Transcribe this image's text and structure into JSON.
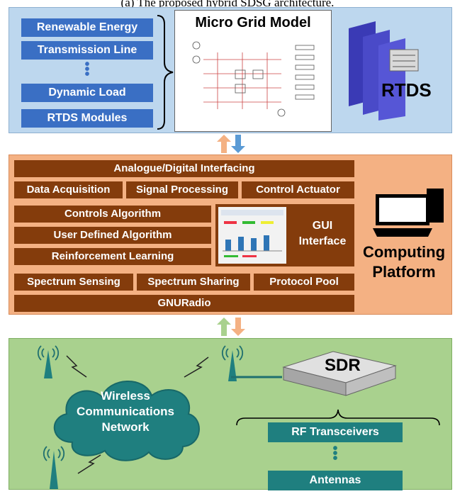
{
  "caption": "(a) The proposed hybrid SDSG architecture.",
  "top": {
    "modules": [
      "Renewable Energy",
      "Transmission Line",
      "Dynamic Load",
      "RTDS Modules"
    ],
    "model_title": "Micro Grid Model",
    "rtds_label": "RTDS"
  },
  "middle": {
    "interfacing": "Analogue/Digital Interfacing",
    "row2": [
      "Data Acquisition",
      "Signal Processing",
      "Control Actuator"
    ],
    "algorithms": [
      "Controls Algorithm",
      "User Defined Algorithm",
      "Reinforcement Learning"
    ],
    "gui_label_1": "GUI",
    "gui_label_2": "Interface",
    "row_spectrum": [
      "Spectrum Sensing",
      "Spectrum Sharing",
      "Protocol Pool"
    ],
    "gnuradio": "GNURadio",
    "platform_line1": "Computing",
    "platform_line2": "Platform"
  },
  "bottom": {
    "cloud_lines": [
      "Wireless",
      "Communications",
      "Network"
    ],
    "sdr_label": "SDR",
    "rf": "RF Transceivers",
    "antennas": "Antennas"
  },
  "colors": {
    "blue_panel": "#bdd7ee",
    "blue_box": "#3a6fc4",
    "orange_panel": "#f4b183",
    "brown_box": "#843c0c",
    "green_panel": "#a9d18e",
    "teal": "#1f7f7f"
  }
}
